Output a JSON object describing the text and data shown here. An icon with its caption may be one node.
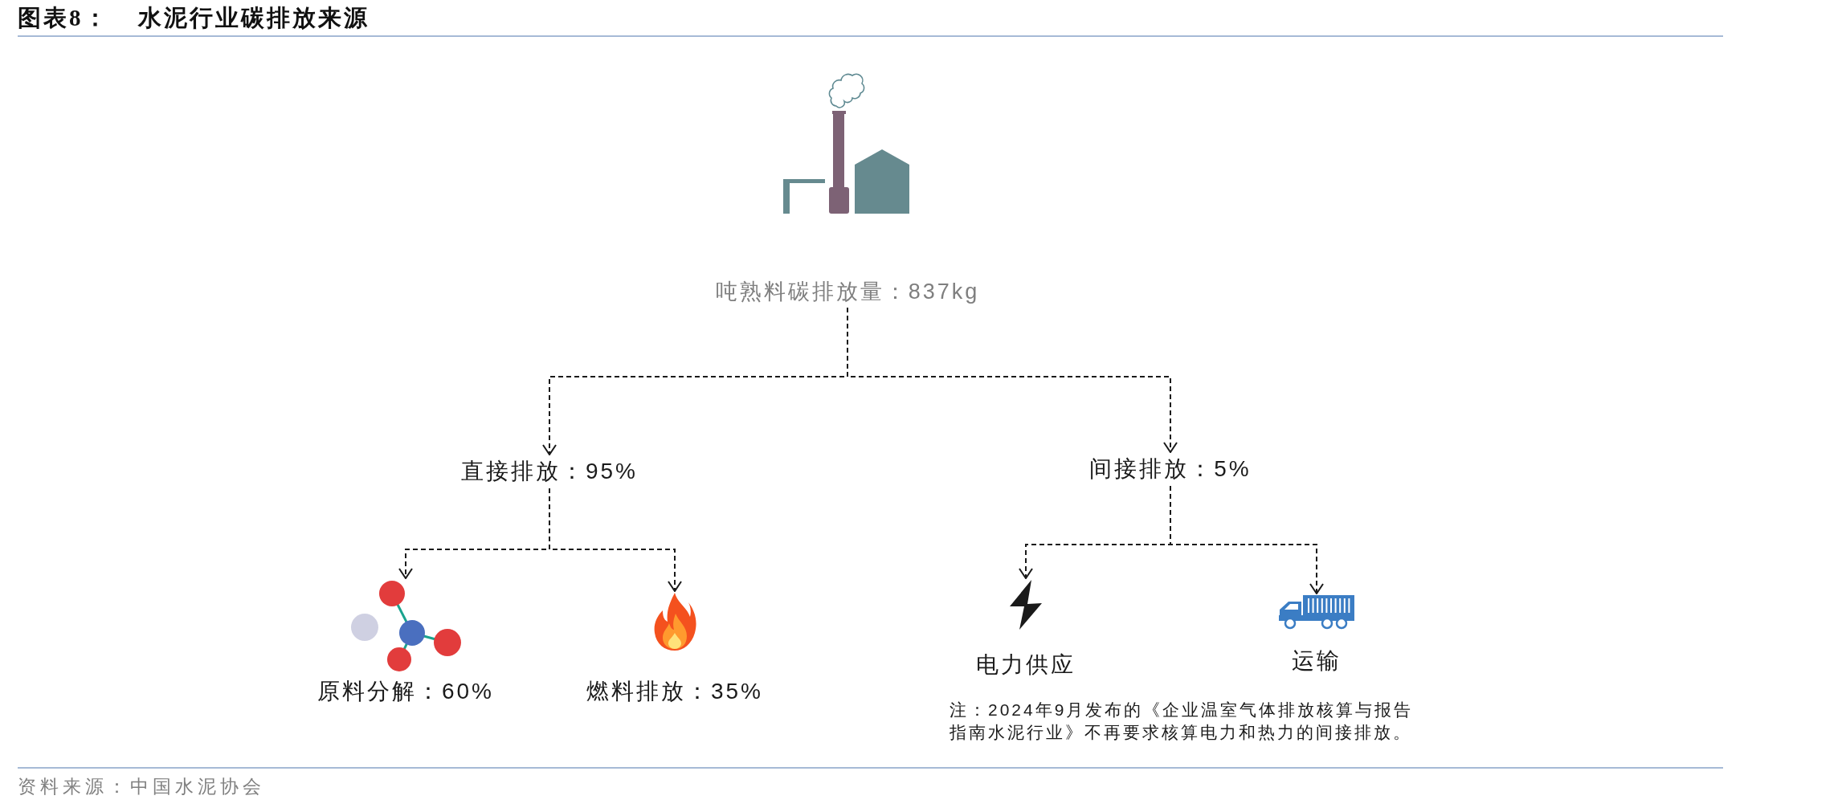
{
  "diagram": {
    "title": "图表8： 水泥行业碳排放来源",
    "nodes": [
      {
        "text": [
          "吨熟料碳排放量：837kg"
        ]
      },
      {
        "text": [
          "直接排放：95%"
        ]
      },
      {
        "text": [
          "间接排放：5%"
        ]
      },
      {
        "text": [
          "原料分解：60%"
        ]
      },
      {
        "text": [
          "燃料排放：35%"
        ]
      },
      {
        "text": [
          "电力供应"
        ]
      },
      {
        "text": [
          "运输"
        ]
      }
    ],
    "edges": [
      {
        "from": 0,
        "to": 1,
        "arrow": "to",
        "style": "dashed"
      },
      {
        "from": 0,
        "to": 2,
        "arrow": "to",
        "style": "dashed"
      },
      {
        "from": 1,
        "to": 3,
        "arrow": "to",
        "style": "dashed"
      },
      {
        "from": 1,
        "to": 4,
        "arrow": "to",
        "style": "dashed"
      },
      {
        "from": 2,
        "to": 5,
        "arrow": "to",
        "style": "dashed"
      },
      {
        "from": 2,
        "to": 6,
        "arrow": "to",
        "style": "dashed"
      }
    ],
    "labels": [
      "注：2024年9月发布的《企业温室气体排放核算与报告指南水泥行业》不再要求核算电力和热力的间接排放。",
      "资料来源：中国水泥协会"
    ]
  }
}
